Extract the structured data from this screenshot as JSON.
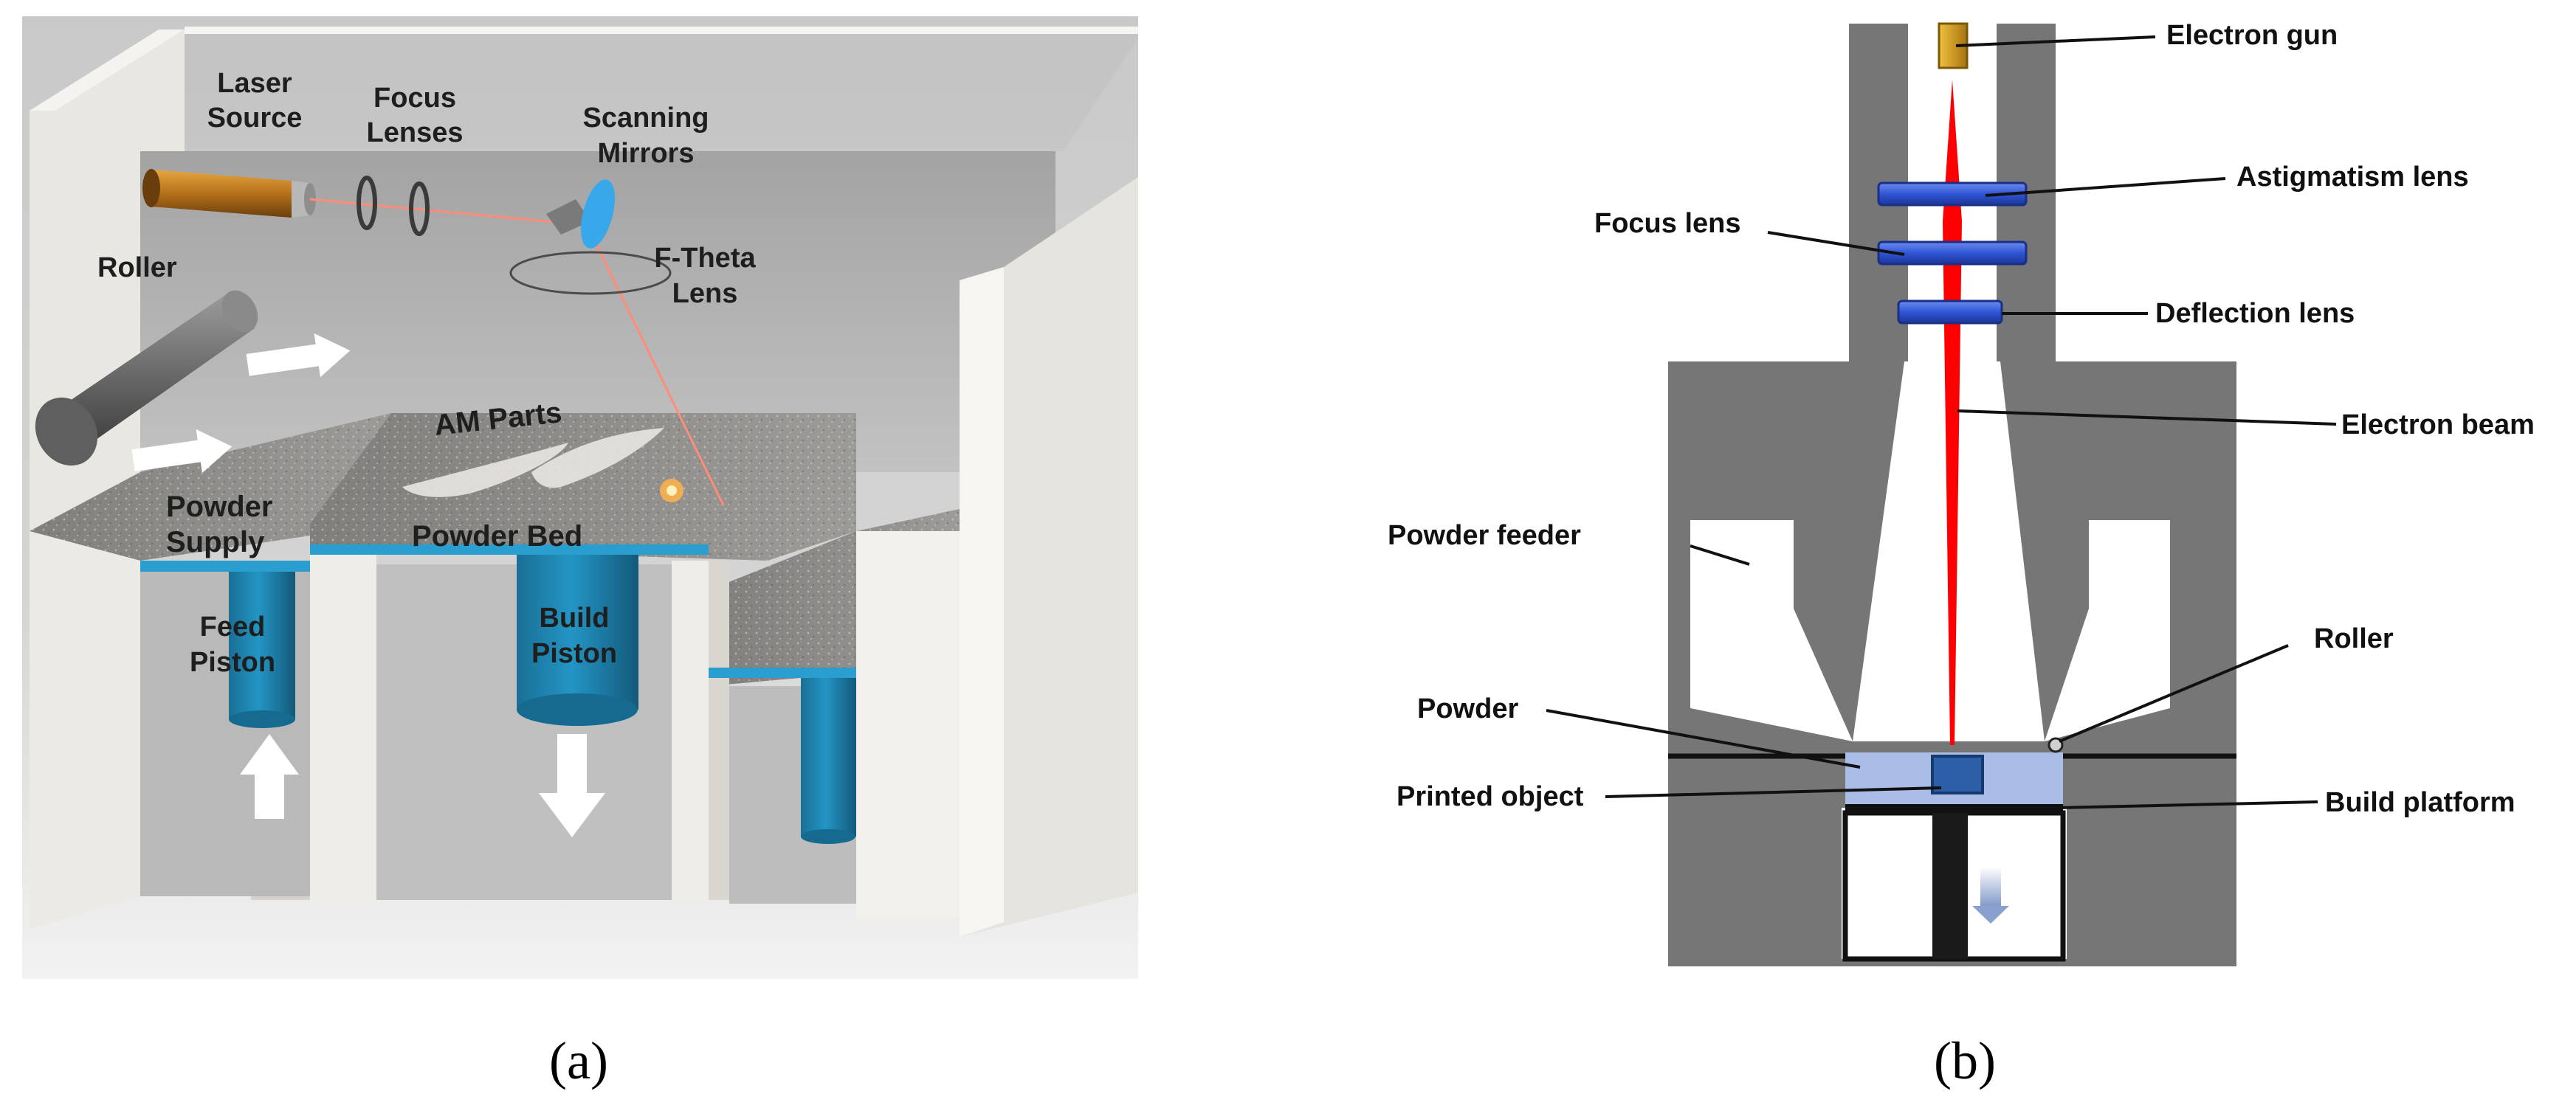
{
  "panel_a": {
    "caption": "(a)",
    "labels": {
      "laser_source_1": "Laser",
      "laser_source_2": "Source",
      "focus_lenses_1": "Focus",
      "focus_lenses_2": "Lenses",
      "scanning_mirrors_1": "Scanning",
      "scanning_mirrors_2": "Mirrors",
      "ftheta_1": "F-Theta",
      "ftheta_2": "Lens",
      "roller": "Roller",
      "am_parts": "AM Parts",
      "powder_supply_1": "Powder",
      "powder_supply_2": "Supply",
      "powder_bed": "Powder Bed",
      "feed_piston_1": "Feed",
      "feed_piston_2": "Piston",
      "build_piston_1": "Build",
      "build_piston_2": "Piston"
    }
  },
  "panel_b": {
    "caption": "(b)",
    "labels": {
      "electron_gun": "Electron gun",
      "astigmatism_lens": "Astigmatism lens",
      "focus_lens": "Focus lens",
      "deflection_lens": "Deflection lens",
      "electron_beam": "Electron beam",
      "powder_feeder": "Powder feeder",
      "roller": "Roller",
      "powder": "Powder",
      "printed_object": "Printed object",
      "build_platform": "Build platform"
    }
  },
  "colors": {
    "chamber_grey": "#767676",
    "lens_blue": "#2f55d6",
    "beam_red": "#ff0000",
    "gun_gold": "#d9a21d",
    "piston_teal": "#1f86b2",
    "powder_light_blue": "#a9bde6",
    "laser_beam": "#ff8c78"
  }
}
